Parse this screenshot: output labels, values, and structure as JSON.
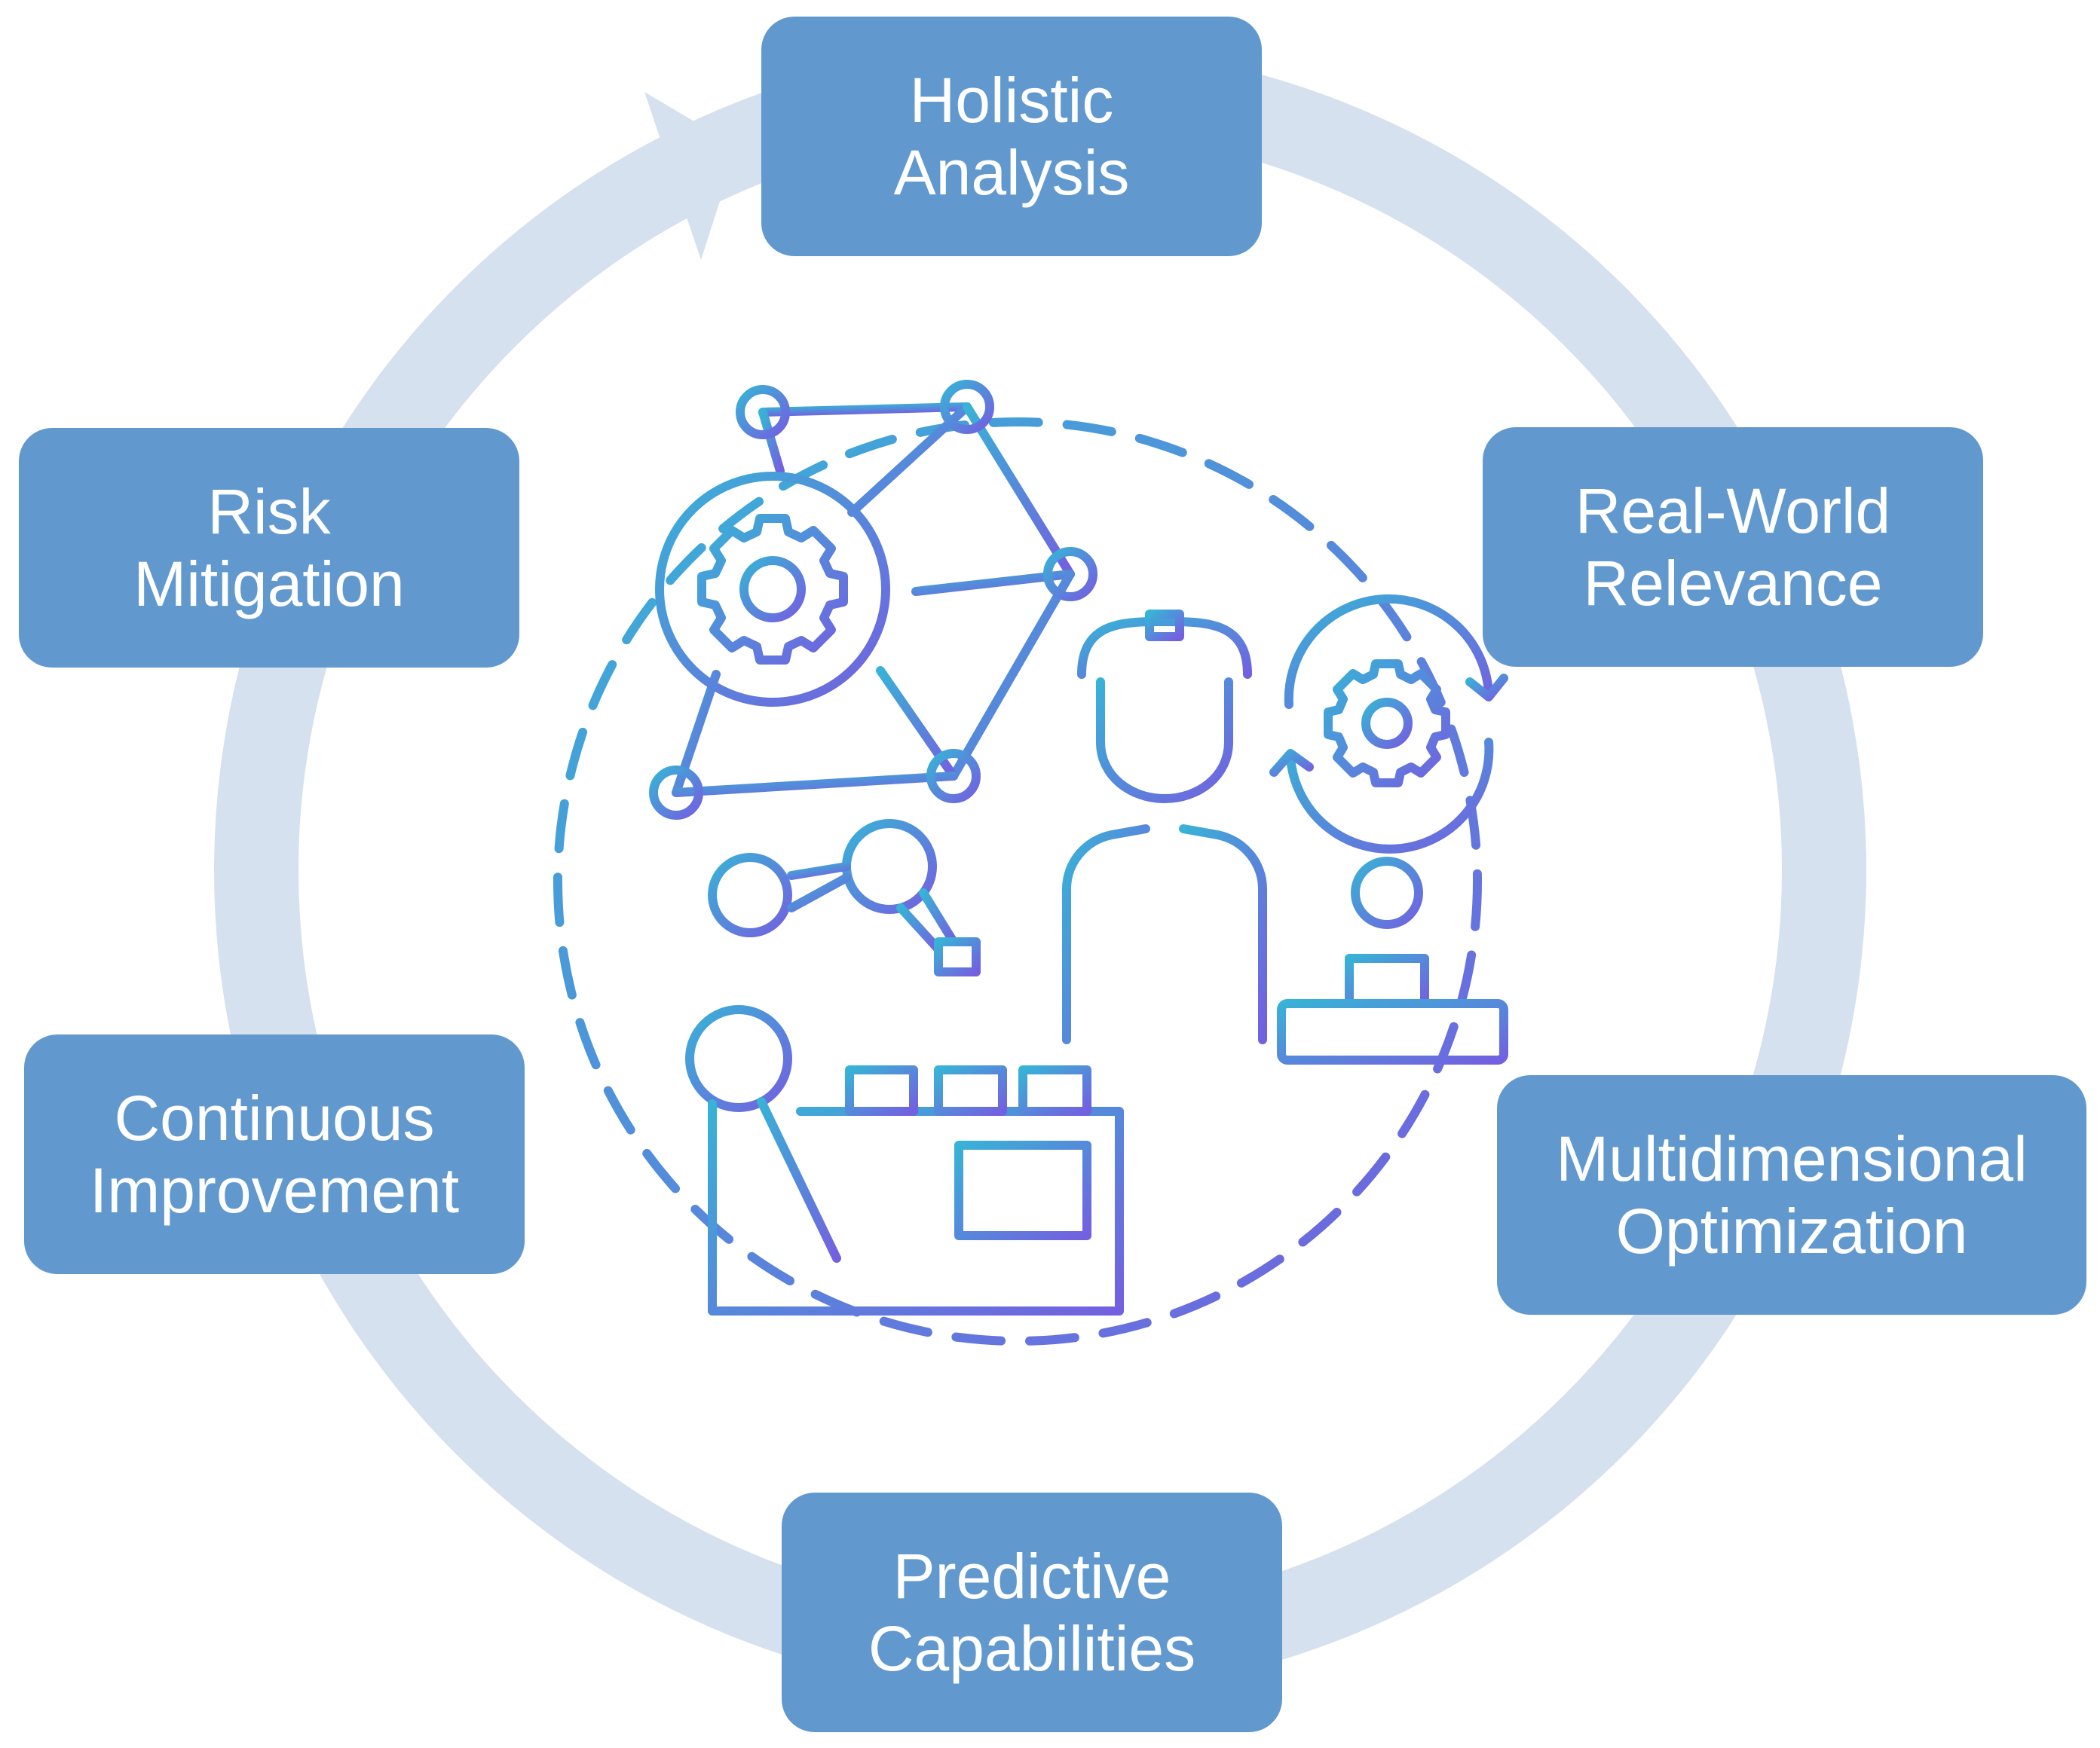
{
  "diagram": {
    "nodes": [
      {
        "id": "holistic-analysis",
        "lines": [
          "Holistic",
          "Analysis"
        ]
      },
      {
        "id": "real-world-relevance",
        "lines": [
          "Real-World",
          "Relevance"
        ]
      },
      {
        "id": "multidimensional-optimization",
        "lines": [
          "Multidimensional",
          "Optimization"
        ]
      },
      {
        "id": "predictive-capabilities",
        "lines": [
          "Predictive",
          "Capabilities"
        ]
      },
      {
        "id": "continuous-improvement",
        "lines": [
          "Continuous",
          "Improvement"
        ]
      },
      {
        "id": "risk-mitigation",
        "lines": [
          "Risk",
          "Mitigation"
        ]
      }
    ],
    "cycle_direction": "clockwise",
    "colors": {
      "node_fill": "#6199cf",
      "node_text": "#ffffff",
      "cycle_ring": "#d6e1ef",
      "icon_gradient_start": "#38b2d6",
      "icon_gradient_end": "#7360e0"
    },
    "central_icon": "industrial-automation-icon",
    "central_icon_parts": [
      "network-gear-icon",
      "worker-icon",
      "gear-cycle-icon",
      "robotic-arm-icon",
      "conveyor-machine-icon",
      "joystick-console-icon"
    ]
  }
}
